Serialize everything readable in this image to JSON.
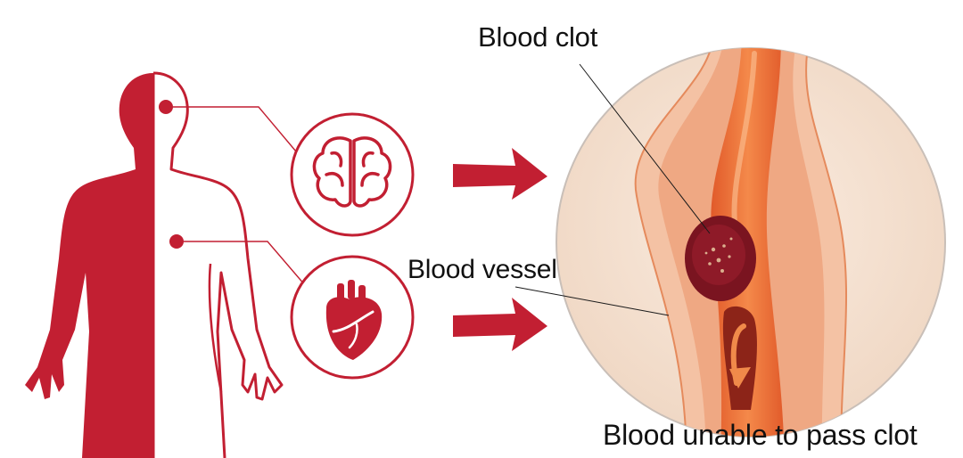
{
  "labels": {
    "blood_clot": "Blood clot",
    "blood_vessel": "Blood vessel",
    "caption": "Blood unable to pass clot"
  },
  "icons": {
    "body": "human-body-silhouette-icon",
    "brain": "brain-icon",
    "heart": "heart-icon",
    "arrow": "right-arrow-icon",
    "magnifier": "blood-vessel-closeup"
  },
  "colors": {
    "primary_red": "#c21f32",
    "clot": "#7a1420",
    "vessel_orange": "#e8703a",
    "vessel_wall": "#f3b89a",
    "inset_background": "#f6e4d2"
  }
}
